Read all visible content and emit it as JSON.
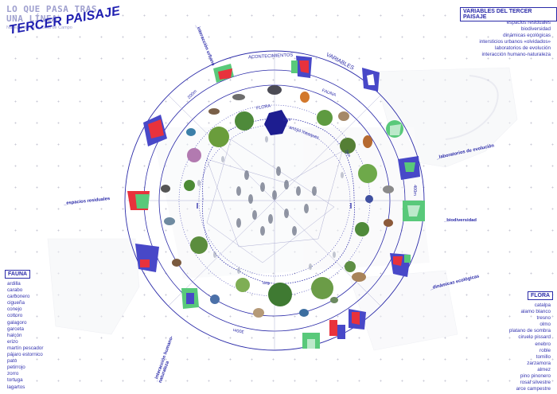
{
  "header": {
    "line1": "LO QUE PASA TRAS",
    "line2": "UNA LÍNEA",
    "subtitle": "Navegando                                        de la Casa de Campo",
    "main_title": "TERCER PAISAJE"
  },
  "variables": {
    "title": "VARIABLES DEL TERCER PAISAJE",
    "items": [
      "espacios residuales",
      "biodiversidad",
      "dinámicas ecológicas",
      "intersticios urbanos «olvidados»",
      "laboratorios de evolución",
      "interacción humano-naturaleza"
    ]
  },
  "fauna": {
    "title": "FAUNA",
    "items": [
      "ardilla",
      "carabo",
      "carbonero",
      "cigueña",
      "conejo",
      "cottoro",
      "galagoro",
      "garceta",
      "halcón",
      "erizo",
      "martín pescador",
      "pájaro estornico",
      "pato",
      "petirrojo",
      "zorro",
      "tortuga",
      "lagartos"
    ]
  },
  "flora": {
    "title": "FLORA",
    "items": [
      "catalpa",
      "alamo blanco",
      "tresno",
      "olmo",
      "platano de sombra",
      "ciruelo pissard",
      "enebro",
      "roble",
      "tomillo",
      "zarzamora",
      "almez",
      "pino pinonero",
      "rosal silvestre",
      "arce campestre"
    ]
  },
  "outer_labels": {
    "interaccion_top": "_interacción urbana",
    "laboratorios": "_laboratorios de evolución",
    "espacios": "_espacios residuales",
    "biodiversidad": "_biodiversidad",
    "dinamicas": "_dinámicas ecológicas",
    "interaccion_bottom": "_interacción humano-naturaleza"
  },
  "ring_labels": {
    "acontecimientos": "ACONTECIMIENTOS",
    "variables": "VARIABLES",
    "fauna": "FAUNA",
    "flora": "FLORA",
    "arroyo": "arroyo meaques",
    "d200": "200m",
    "d400": "400m",
    "d300": "300m",
    "k0m": "0km",
    "k4": "4km",
    "k2": "2km"
  },
  "colors": {
    "ink": "#2a2aa8",
    "blue": "#4848c8",
    "red": "#e8323c",
    "green": "#59c97a",
    "lilac": "#9fa0cf"
  }
}
